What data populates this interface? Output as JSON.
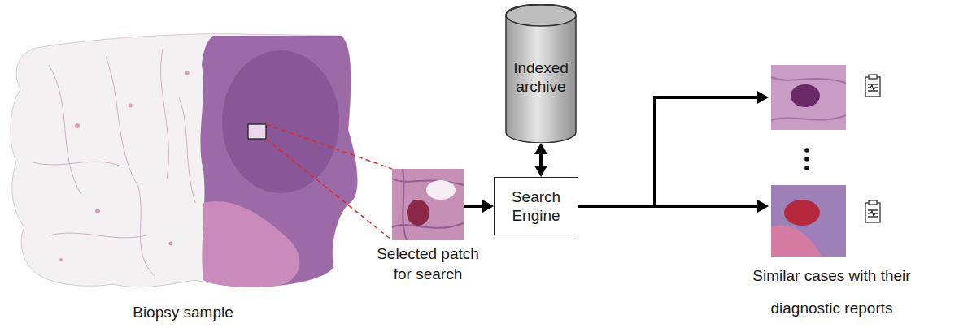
{
  "diagram": {
    "nodes": [
      {
        "text": [
          "Biopsy sample"
        ]
      },
      {
        "text": [
          "Selected patch for search"
        ]
      },
      {
        "text": [
          "Indexed archive"
        ]
      },
      {
        "text": [
          "Search Engine"
        ]
      },
      {
        "text": [
          "Similar cases with their diagnostic reports"
        ]
      }
    ],
    "edges": [
      {
        "from": 0,
        "to": 1,
        "arrow": "none"
      },
      {
        "from": 1,
        "to": 3,
        "arrow": "to"
      },
      {
        "from": 3,
        "to": 2,
        "arrow": "both"
      },
      {
        "from": 3,
        "to": 4,
        "arrow": "to"
      }
    ]
  }
}
